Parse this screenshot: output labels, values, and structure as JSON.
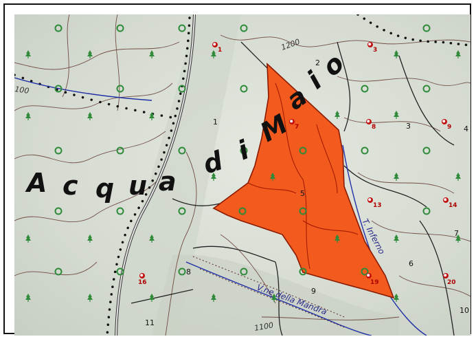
{
  "map": {
    "place_name_letters": [
      "A",
      "c",
      "q",
      "u",
      "a",
      "d",
      "i",
      "M",
      "a",
      "i",
      "o"
    ],
    "contour_labels": [
      "100",
      "1200",
      "1100"
    ],
    "stream_labels": [
      "T. Inferno",
      "V.ne della Mandra"
    ],
    "parcel_numbers": [
      "1",
      "2",
      "3",
      "4",
      "5",
      "6",
      "7",
      "8",
      "9",
      "10",
      "11"
    ],
    "site_numbers": [
      "1",
      "3",
      "7",
      "8",
      "9",
      "13",
      "14",
      "16",
      "19",
      "20"
    ],
    "colors": {
      "terrain": "#d9dfd6",
      "highlight_area": "#f25a1e",
      "highlight_edge": "#8a1a00",
      "contour": "#5a2a22",
      "stream": "#1f2fa6",
      "boundary": "#222222",
      "tree_symbol": "#2f8a3a",
      "site_marker": "#c21212"
    },
    "icons": [
      "conifer-icon",
      "broadleaf-icon",
      "site-marker-icon"
    ]
  }
}
